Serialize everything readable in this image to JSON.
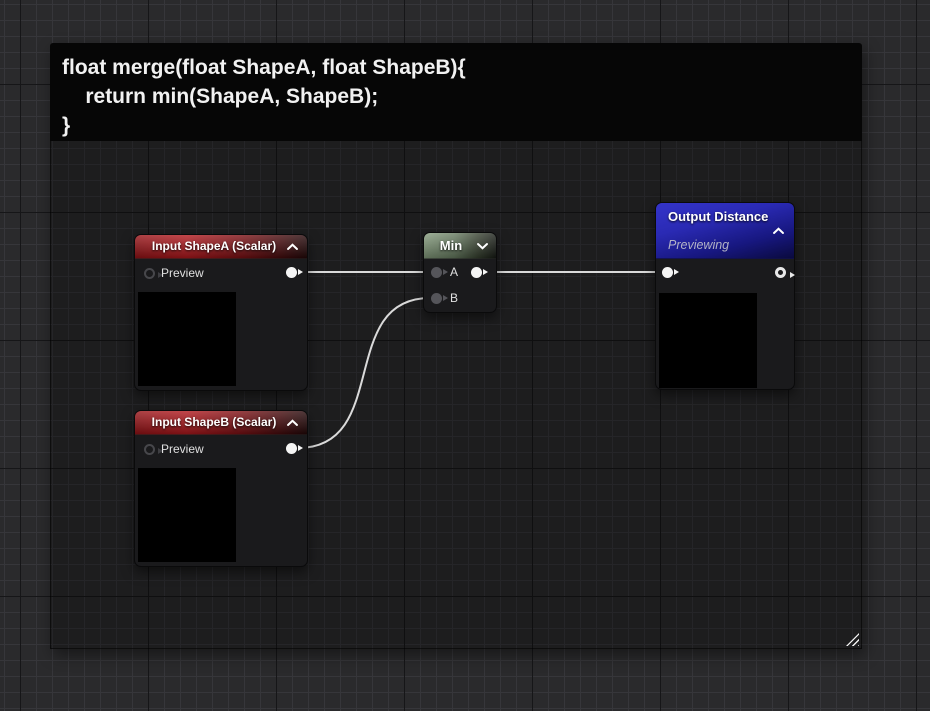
{
  "editor": {
    "background_color": "#2a2a2c",
    "grid_minor_color": "#36363a",
    "grid_major_color": "#161618",
    "wire_color": "#dadada"
  },
  "comment": {
    "code_lines": [
      "float merge(float ShapeA, float ShapeB){",
      "    return min(ShapeA, ShapeB);",
      "}"
    ]
  },
  "nodes": {
    "input_shape_a": {
      "title": "Input ShapeA (Scalar)",
      "header_color": "#a31519",
      "preview_label": "Preview",
      "collapse_icon": "chevron-up"
    },
    "input_shape_b": {
      "title": "Input ShapeB (Scalar)",
      "header_color": "#a31519",
      "preview_label": "Preview",
      "collapse_icon": "chevron-up"
    },
    "min": {
      "title": "Min",
      "header_color": "#64795e",
      "pin_a_label": "A",
      "pin_b_label": "B",
      "collapse_icon": "chevron-down"
    },
    "output_distance": {
      "title": "Output Distance",
      "subtitle": "Previewing",
      "header_color": "#2a2ab4",
      "collapse_icon": "chevron-up"
    }
  },
  "graph": {
    "connections": [
      {
        "from": "input_shape_a.output",
        "to": "min.a"
      },
      {
        "from": "input_shape_b.output",
        "to": "min.b"
      },
      {
        "from": "min.output",
        "to": "output_distance.input"
      }
    ]
  }
}
